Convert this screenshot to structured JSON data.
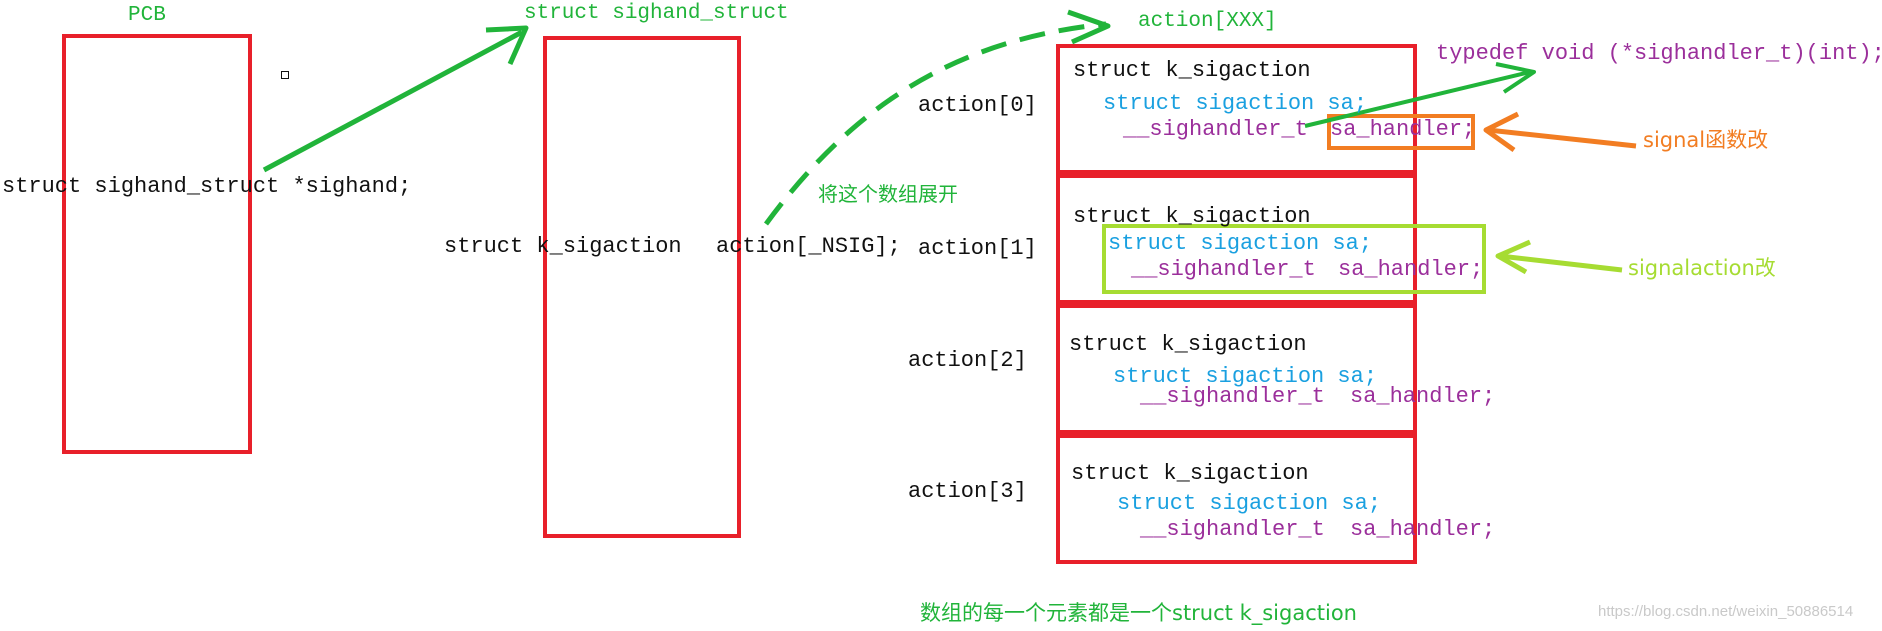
{
  "labels": {
    "pcb": "PCB",
    "sighand_struct_title": "struct sighand_struct",
    "action_xxx": "action[XXX]",
    "sighand_pointer": "struct sighand_struct *sighand;",
    "action_array_decl_type": "struct k_sigaction",
    "action_array_decl_name": "action[_NSIG];",
    "expand_note": "将这个数组展开",
    "typedef": "typedef void (*sighandler_t)(int);",
    "signal_note": "signal函数改",
    "sigaction_note": "signalaction改",
    "footer_note": "数组的每一个元素都是一个struct k_sigaction",
    "watermark": "https://blog.csdn.net/weixin_50886514"
  },
  "actions": [
    {
      "index_label": "action[0]",
      "type": "struct k_sigaction",
      "member1": "struct sigaction sa;",
      "member2_type": "__sighandler_t",
      "member2_name": "sa_handler;"
    },
    {
      "index_label": "action[1]",
      "type": "struct k_sigaction",
      "member1": "struct sigaction sa;",
      "member2_type": "__sighandler_t",
      "member2_name": "sa_handler;"
    },
    {
      "index_label": "action[2]",
      "type": "struct k_sigaction",
      "member1": "struct sigaction sa;",
      "member2_type": "__sighandler_t",
      "member2_name": "sa_handler;"
    },
    {
      "index_label": "action[3]",
      "type": "struct k_sigaction",
      "member1": "struct sigaction sa;",
      "member2_type": "__sighandler_t",
      "member2_name": "sa_handler;"
    }
  ],
  "colors": {
    "box_border": "#e8202a",
    "arrow_green": "#21b43a",
    "code_blue": "#1aa0e0",
    "code_purple": "#9b2f9b",
    "highlight_orange": "#f27d22",
    "highlight_lime": "#a6dc32"
  }
}
